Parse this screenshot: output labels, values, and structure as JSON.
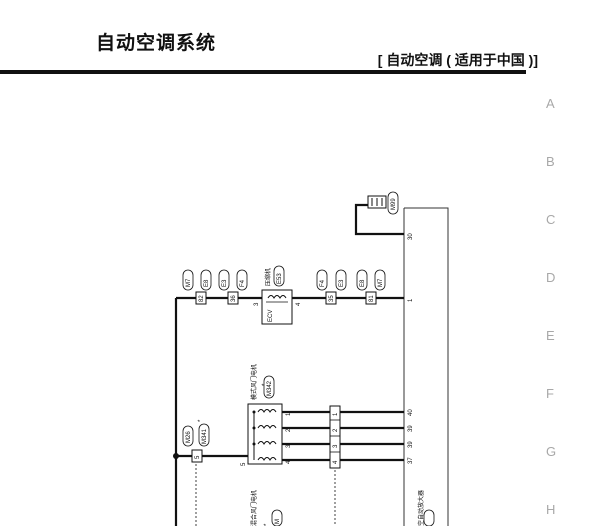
{
  "header": {
    "title": "自动空调系统",
    "subtitle": "[ 自动空调 ( 适用于中国 )]"
  },
  "margin_letters": [
    "A",
    "B",
    "C",
    "D",
    "E",
    "F",
    "G",
    "H"
  ],
  "connectors": {
    "m99": "M99",
    "m7_left": "M7",
    "e8_left": "E8",
    "e3_left": "E3",
    "f4_left": "F4",
    "e53": "E53",
    "f4_right": "F4",
    "e3_right": "E3",
    "e8_right": "E8",
    "m7_right": "M7",
    "m342": "M342",
    "m26": "M26",
    "m341": "M341",
    "m_bottom": "M"
  },
  "labels": {
    "compressor": "压缩机",
    "ecv": "ECV",
    "mode_door_motor": "模式风门电机",
    "mix_door_motor": "混合风门电机",
    "auto_amp": "空自动放大器",
    "star": "*"
  },
  "terminals": {
    "p82": "82",
    "p36": "36",
    "p3": "3",
    "p4": "4",
    "p35": "35",
    "p81": "81",
    "t30": "30",
    "t1": "1",
    "t40": "40",
    "t39a": "39",
    "t39b": "39",
    "t37": "37",
    "m1": "1",
    "m2": "2",
    "m3": "3",
    "m4": "4",
    "m5": "5",
    "c1": "1",
    "c2": "2",
    "c3": "3",
    "c4": "4",
    "j5": "5"
  }
}
